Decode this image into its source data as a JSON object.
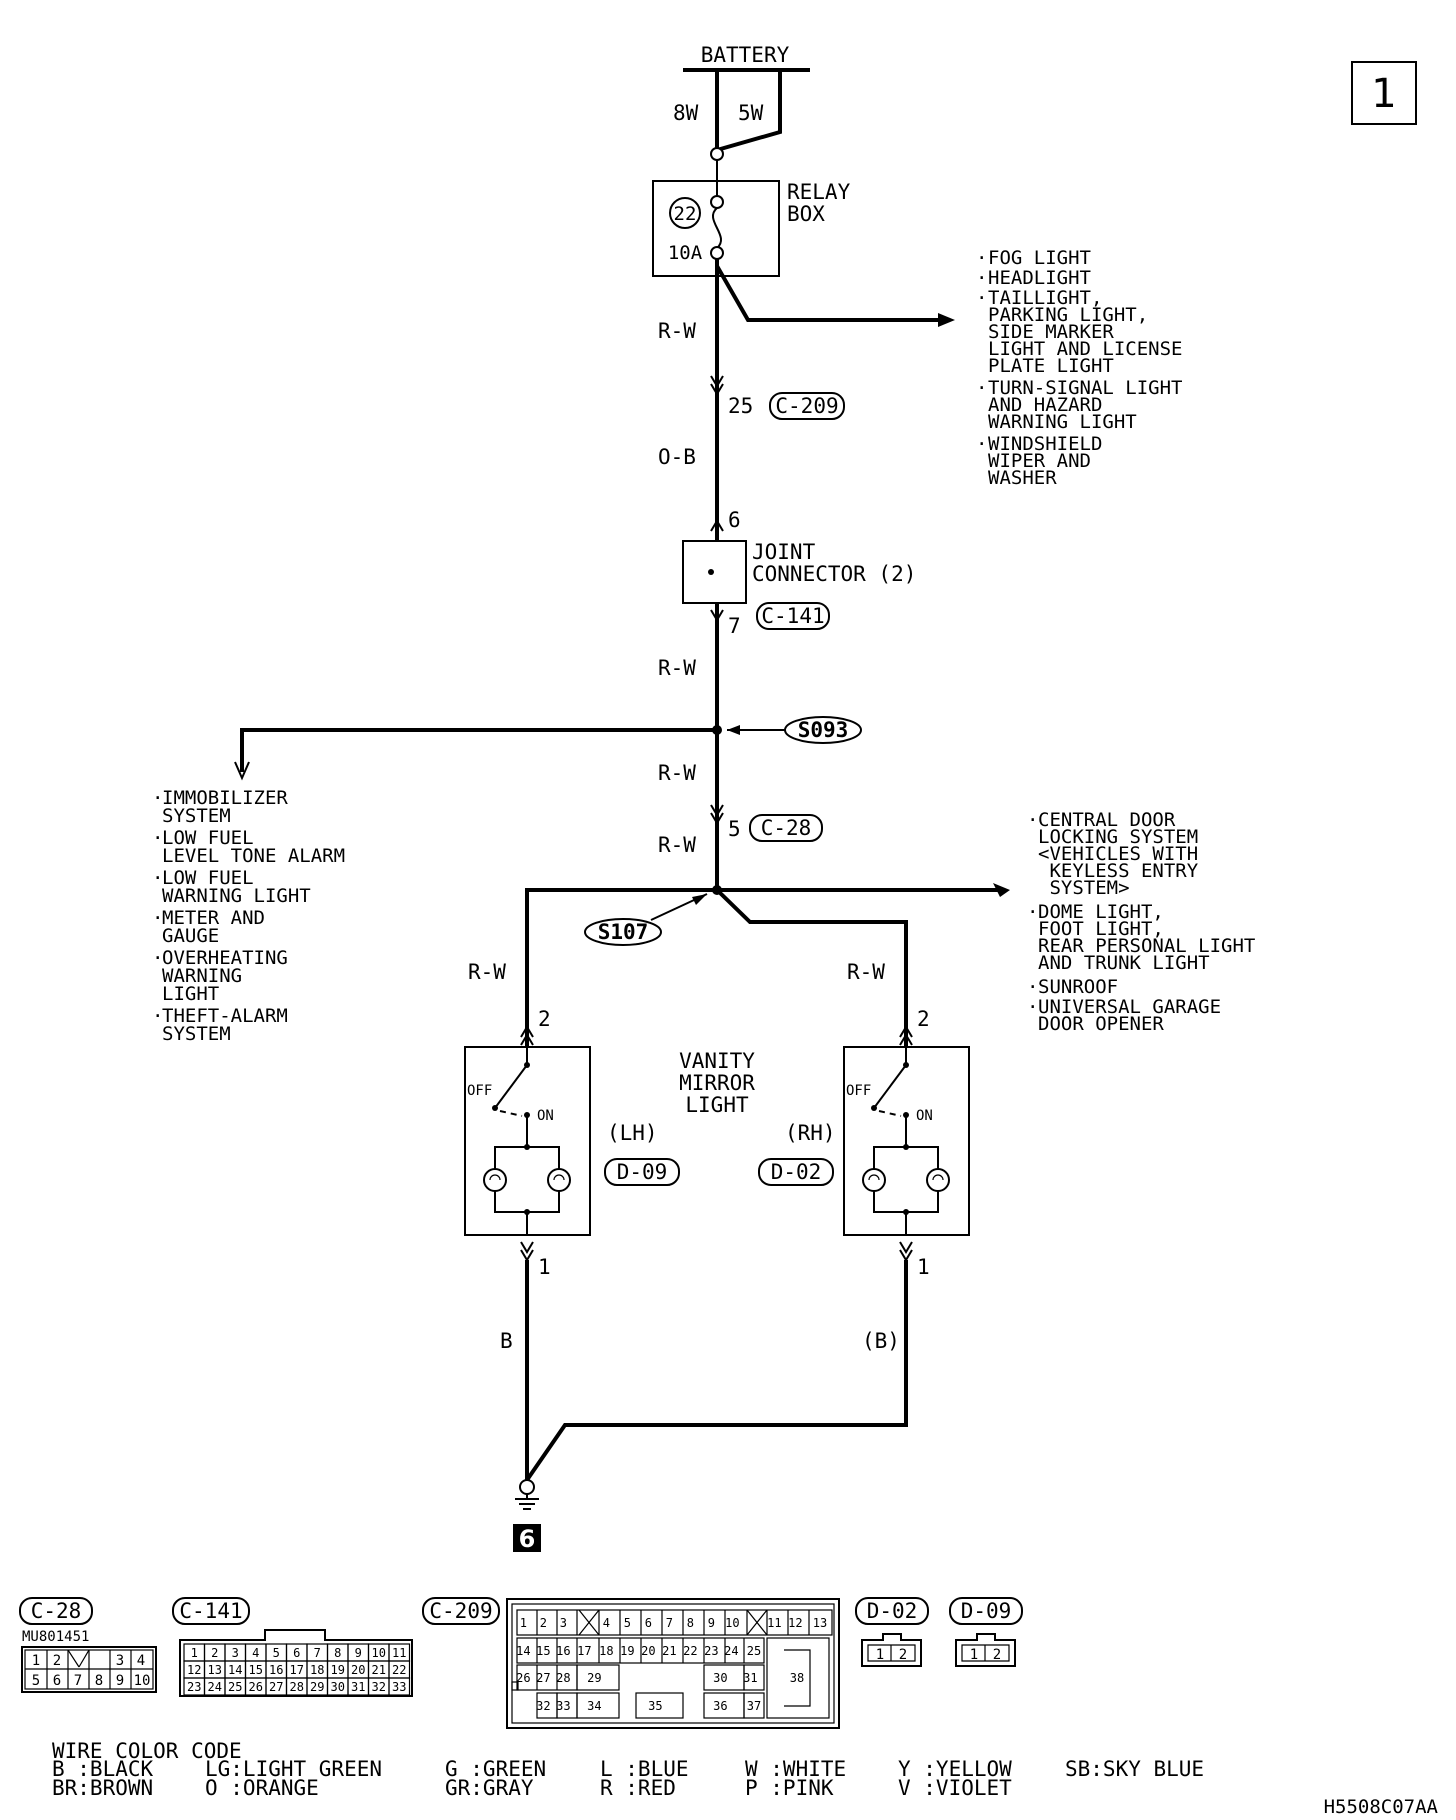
{
  "sheet_number": "1",
  "battery": {
    "label": "BATTERY",
    "wire_left": "8W",
    "wire_right": "5W"
  },
  "relay_box": {
    "line1": "RELAY",
    "line2": "BOX",
    "fuse_no": "22",
    "fuse_rating": "10A"
  },
  "right_circuits_top": [
    {
      "lines": [
        "FOG LIGHT"
      ]
    },
    {
      "lines": [
        "HEADLIGHT"
      ]
    },
    {
      "lines": [
        "TAILLIGHT,",
        "PARKING LIGHT,",
        "SIDE MARKER",
        "LIGHT AND LICENSE",
        "PLATE LIGHT"
      ]
    },
    {
      "lines": [
        "TURN-SIGNAL LIGHT",
        "AND HAZARD",
        "WARNING LIGHT"
      ]
    },
    {
      "lines": [
        "WINDSHIELD",
        "WIPER AND",
        "WASHER"
      ]
    }
  ],
  "wires": {
    "rw1": "R-W",
    "ob": "O-B",
    "rw2": "R-W",
    "rw3": "R-W",
    "rw4": "R-W",
    "rw_lh": "R-W",
    "rw_rh": "R-W",
    "b_lh": "B",
    "b_rh": "(B)"
  },
  "pins": {
    "c209_pin": "25",
    "jc_in": "6",
    "jc_out": "7",
    "c28_pin": "5",
    "lh_top": "2",
    "rh_top": "2",
    "lh_bot": "1",
    "rh_bot": "1"
  },
  "connectors": {
    "c209": "C-209",
    "c141": "C-141",
    "c28": "C-28",
    "d09": "D-09",
    "d02": "D-02"
  },
  "joint_connector": {
    "line1": "JOINT",
    "line2": "CONNECTOR (2)"
  },
  "splices": {
    "s093": "S093",
    "s107": "S107"
  },
  "left_circuits": [
    {
      "lines": [
        "IMMOBILIZER",
        "SYSTEM"
      ]
    },
    {
      "lines": [
        "LOW FUEL",
        "LEVEL TONE ALARM"
      ]
    },
    {
      "lines": [
        "LOW FUEL",
        "WARNING LIGHT"
      ]
    },
    {
      "lines": [
        "METER AND",
        "GAUGE"
      ]
    },
    {
      "lines": [
        "OVERHEATING",
        "WARNING",
        "LIGHT"
      ]
    },
    {
      "lines": [
        "THEFT-ALARM",
        "SYSTEM"
      ]
    }
  ],
  "right_circuits_bottom": [
    {
      "lines": [
        "CENTRAL DOOR",
        "LOCKING SYSTEM",
        "<VEHICLES WITH",
        " KEYLESS ENTRY",
        " SYSTEM>"
      ]
    },
    {
      "lines": [
        "DOME LIGHT,",
        "FOOT LIGHT,",
        "REAR PERSONAL LIGHT",
        "AND TRUNK LIGHT"
      ]
    },
    {
      "lines": [
        "SUNROOF"
      ]
    },
    {
      "lines": [
        "UNIVERSAL GARAGE",
        "DOOR OPENER"
      ]
    }
  ],
  "vanity": {
    "line1": "VANITY",
    "line2": "MIRROR",
    "line3": "LIGHT",
    "lh": "(LH)",
    "rh": "(RH)",
    "off": "OFF",
    "on": "ON"
  },
  "ground_no": "6",
  "connector_views": {
    "c28_title": "C-28",
    "c28_part": "MU801451",
    "c28_row1": [
      "1",
      "2",
      "",
      "3",
      "4"
    ],
    "c28_row2": [
      "5",
      "6",
      "7",
      "8",
      "9",
      "10"
    ],
    "c141_title": "C-141",
    "c141_rows": [
      [
        "1",
        "2",
        "3",
        "4",
        "5",
        "6",
        "7",
        "8",
        "9",
        "10",
        "11"
      ],
      [
        "12",
        "13",
        "14",
        "15",
        "16",
        "17",
        "18",
        "19",
        "20",
        "21",
        "22"
      ],
      [
        "23",
        "24",
        "25",
        "26",
        "27",
        "28",
        "29",
        "30",
        "31",
        "32",
        "33"
      ]
    ],
    "c209_title": "C-209",
    "c209_r1a": [
      "1",
      "2",
      "3"
    ],
    "c209_r1b": [
      "4",
      "5",
      "6",
      "7",
      "8",
      "9",
      "10"
    ],
    "c209_r1c": [
      "11",
      "12",
      "13"
    ],
    "c209_r2a": [
      "14",
      "15",
      "16"
    ],
    "c209_r2b": [
      "17",
      "18",
      "19",
      "20",
      "21",
      "22",
      "23",
      "24"
    ],
    "c209_p25": "25",
    "c209_r3a": [
      "26",
      "27",
      "28"
    ],
    "c209_p29": "29",
    "c209_p30": "30",
    "c209_p31": "31",
    "c209_p32": "32",
    "c209_p33": "33",
    "c209_p34": "34",
    "c209_p35": "35",
    "c209_p36": "36",
    "c209_p37": "37",
    "c209_p38": "38",
    "d02_title": "D-02",
    "d09_title": "D-09",
    "d_pins": [
      "1",
      "2"
    ]
  },
  "wire_color_code": {
    "title": "WIRE COLOR CODE",
    "row1": [
      "B :BLACK",
      "LG:LIGHT GREEN",
      "G :GREEN",
      "L :BLUE",
      "W :WHITE",
      "Y :YELLOW",
      "SB:SKY BLUE"
    ],
    "row2": [
      "BR:BROWN",
      "O :ORANGE",
      "GR:GRAY",
      "R :RED",
      "P :PINK",
      "V :VIOLET"
    ]
  },
  "drawing_code": "H5508C07AA"
}
